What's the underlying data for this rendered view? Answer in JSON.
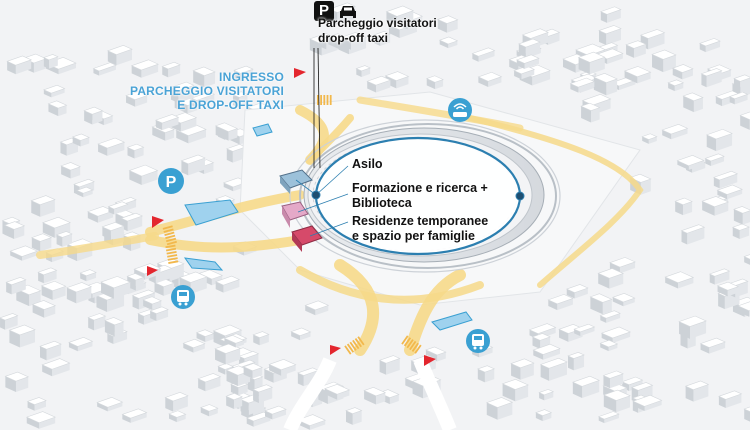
{
  "labels": {
    "ingresso": [
      "INGRESSO",
      "PARCHEGGIO VISITATORI",
      "E DROP-OFF TAXI"
    ],
    "parking_top": [
      "Parcheggio visitatori",
      "drop-off taxi"
    ],
    "functions": {
      "asilo": [
        "Asilo"
      ],
      "formazione": [
        "Formazione e ricerca +",
        "Biblioteca"
      ],
      "residenze": [
        "Residenze temporanee",
        "e spazio per famiglie"
      ]
    },
    "parking_letter": "P"
  },
  "icons": {
    "parking_top": "parking-sign-icon",
    "car": "car-icon",
    "parking_circle": "parking-circle-icon",
    "bus_left": "bus-stop-icon",
    "bus_right": "bus-stop-icon",
    "wifi_bus": "wifi-shuttle-icon",
    "entry_markers": "red-triangle-icon"
  },
  "colors": {
    "background": "#f2f3f5",
    "building": "#ffffff",
    "road": "#f6d98a",
    "crosswalk": "#f2b84c",
    "blue_accent": "#3aa0d2",
    "ellipse_stroke": "#2c7fb0",
    "red_marker": "#e3262e",
    "asilo_block": "#9cc1da",
    "formazione_block": "#e4a9c8",
    "residenze_block": "#d64a6a"
  }
}
